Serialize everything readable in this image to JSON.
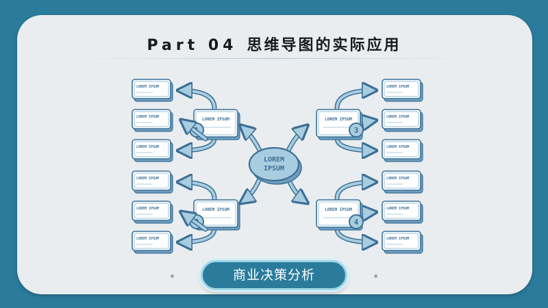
{
  "slide": {
    "part_label": "Part 04",
    "title": "思维导图的实际应用",
    "button_label": "商业决策分析"
  },
  "mindmap": {
    "center_label": "LOREM IPSUM",
    "branches": [
      {
        "number": "1",
        "label": "LOREM IPSUM"
      },
      {
        "number": "2",
        "label": "LOREM IPSUM"
      },
      {
        "number": "3",
        "label": "LOREM IPSUM"
      },
      {
        "number": "4",
        "label": "LOREM IPSUM"
      }
    ],
    "leaf_label": "LOREM IPSUM"
  },
  "colors": {
    "background": "#2b7c9c",
    "card": "#e9edf0",
    "sketch_fill": "#a9cde0",
    "sketch_stroke": "#3c6f95",
    "button": "#2b7c9c"
  }
}
